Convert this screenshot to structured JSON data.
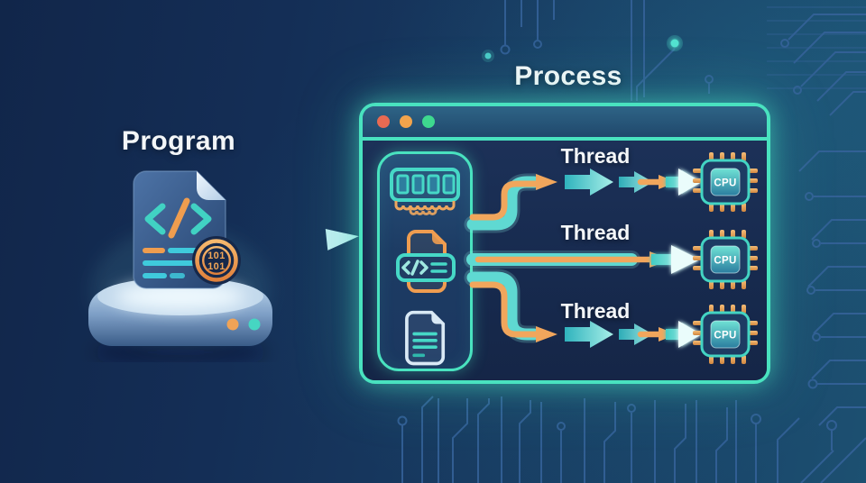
{
  "program": {
    "title": "Program",
    "icon": "code-file-on-disk",
    "badge": {
      "line1": "101",
      "line2": "101"
    }
  },
  "arrow": {
    "direction": "program-to-process"
  },
  "process": {
    "title": "Process",
    "window_controls": [
      {
        "name": "close",
        "color": "#e86a52"
      },
      {
        "name": "minimize",
        "color": "#f2a44c"
      },
      {
        "name": "maximize",
        "color": "#3ed98f"
      }
    ],
    "resources": [
      {
        "name": "memory-module"
      },
      {
        "name": "code-file"
      },
      {
        "name": "document"
      }
    ],
    "threads": [
      {
        "label": "Thread",
        "cpu": "CPU"
      },
      {
        "label": "Thread",
        "cpu": "CPU"
      },
      {
        "label": "Thread",
        "cpu": "CPU"
      }
    ]
  },
  "colors": {
    "background_start": "#11264a",
    "background_end": "#1c5071",
    "accent_teal": "#49e2bf",
    "accent_orange": "#f0a356",
    "circuit_line": "#36639b",
    "title_text": "#f3f6f8"
  }
}
